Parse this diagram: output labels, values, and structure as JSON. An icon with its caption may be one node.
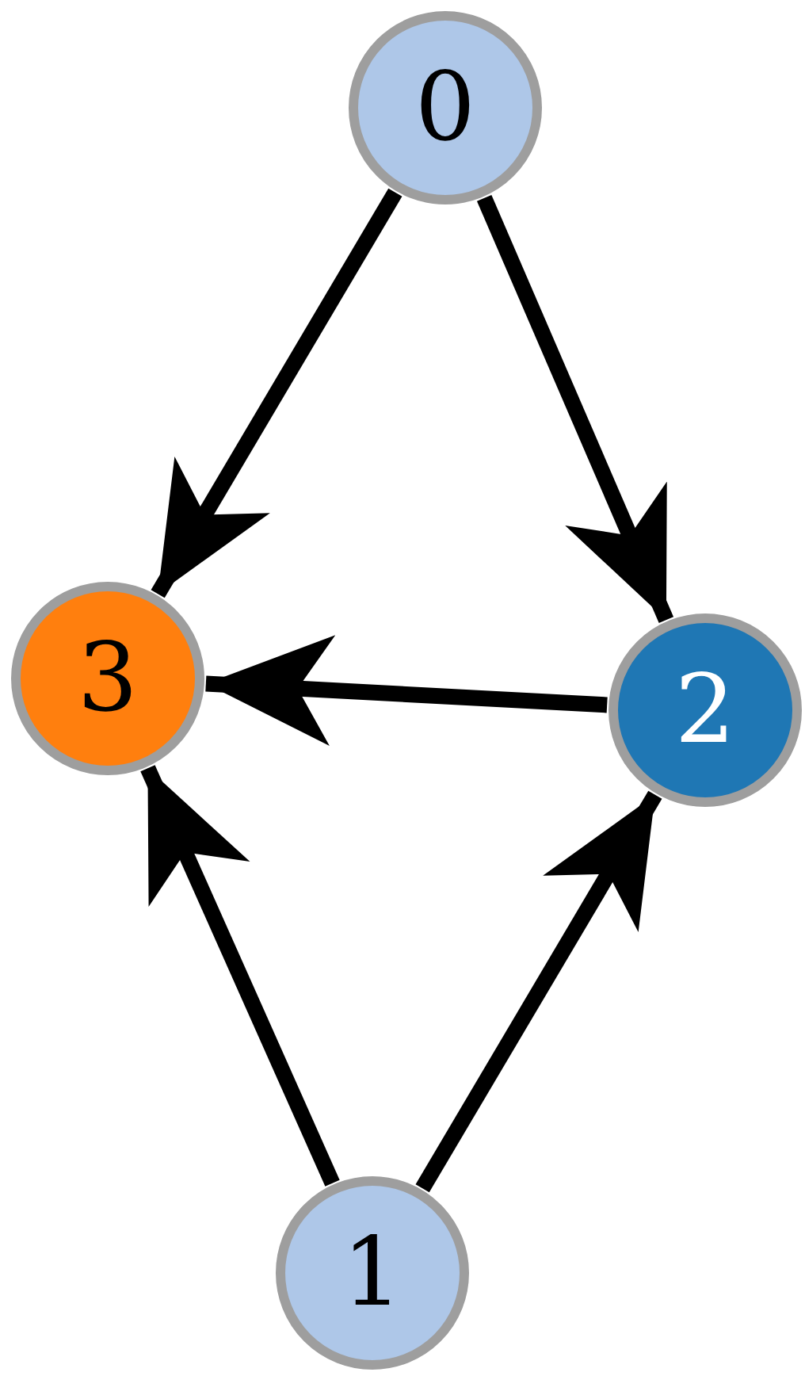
{
  "diagram": {
    "nodes": [
      {
        "text": [
          "0"
        ]
      },
      {
        "text": [
          "1"
        ]
      },
      {
        "text": [
          "2"
        ]
      },
      {
        "text": [
          "3"
        ]
      }
    ],
    "edges": [
      {
        "from": 0,
        "to": 3,
        "arrow": "to"
      },
      {
        "from": 0,
        "to": 2,
        "arrow": "to"
      },
      {
        "from": 2,
        "to": 3,
        "arrow": "to"
      },
      {
        "from": 1,
        "to": 3,
        "arrow": "to"
      },
      {
        "from": 1,
        "to": 2,
        "arrow": "to"
      }
    ]
  }
}
